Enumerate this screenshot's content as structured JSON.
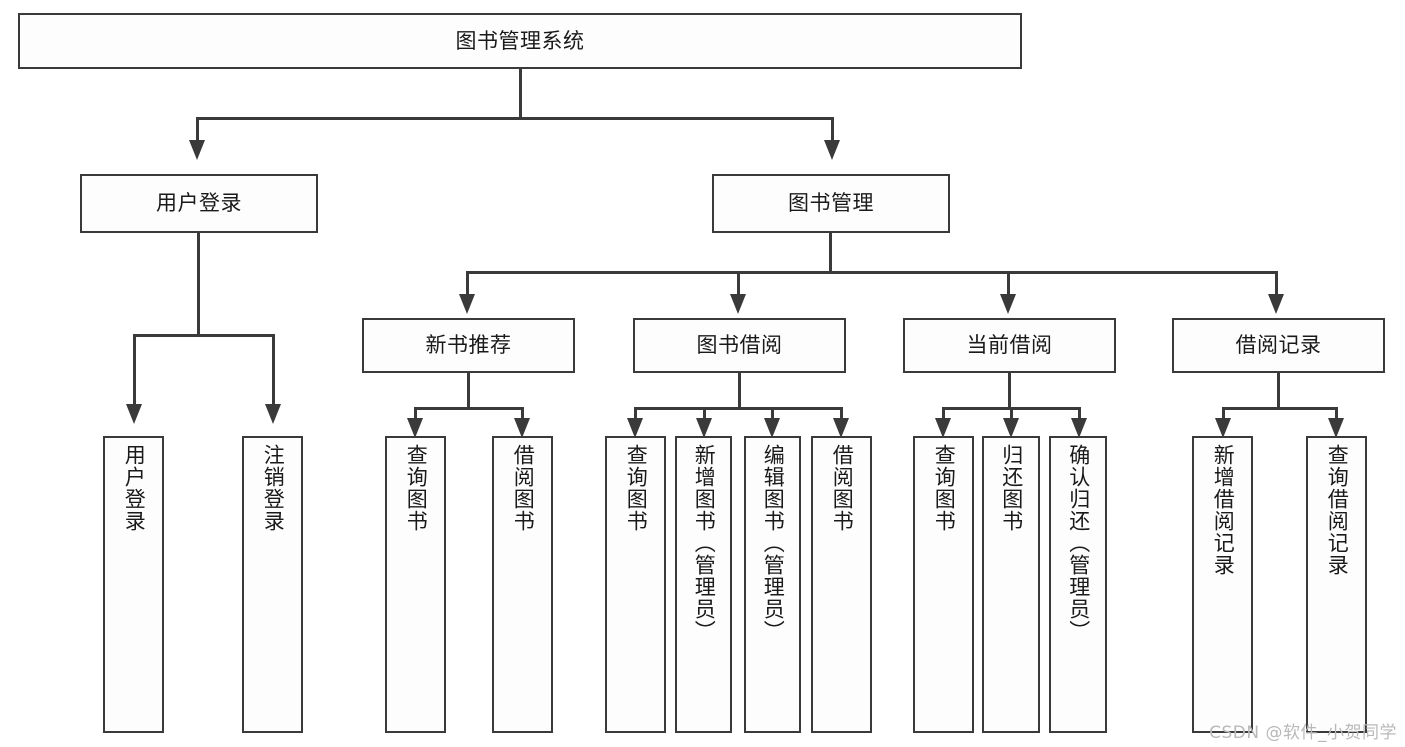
{
  "diagram": {
    "title": "图书管理系统",
    "type": "tree",
    "root": {
      "label": "图书管理系统"
    },
    "level1": [
      {
        "label": "用户登录"
      },
      {
        "label": "图书管理"
      }
    ],
    "level2": [
      {
        "label": "新书推荐"
      },
      {
        "label": "图书借阅"
      },
      {
        "label": "当前借阅"
      },
      {
        "label": "借阅记录"
      }
    ],
    "leaves": {
      "user_login": [
        {
          "label": "用户登录"
        },
        {
          "label": "注销登录"
        }
      ],
      "new_book_recommend": [
        {
          "label": "查询图书"
        },
        {
          "label": "借阅图书"
        }
      ],
      "book_borrow": [
        {
          "label": "查询图书"
        },
        {
          "label": "新增图书（管理员）"
        },
        {
          "label": "编辑图书（管理员）"
        },
        {
          "label": "借阅图书"
        }
      ],
      "current_borrow": [
        {
          "label": "查询图书"
        },
        {
          "label": "归还图书"
        },
        {
          "label": "确认归还（管理员）"
        }
      ],
      "borrow_record": [
        {
          "label": "新增借阅记录"
        },
        {
          "label": "查询借阅记录"
        }
      ]
    }
  },
  "watermark": {
    "text": "CSDN @软件_小贺同学"
  },
  "colors": {
    "border": "#3a3a3a",
    "background": "#ffffff",
    "box_fill": "#fdfdfd",
    "text": "#1a1a1a",
    "watermark": "#b9b9b9"
  }
}
